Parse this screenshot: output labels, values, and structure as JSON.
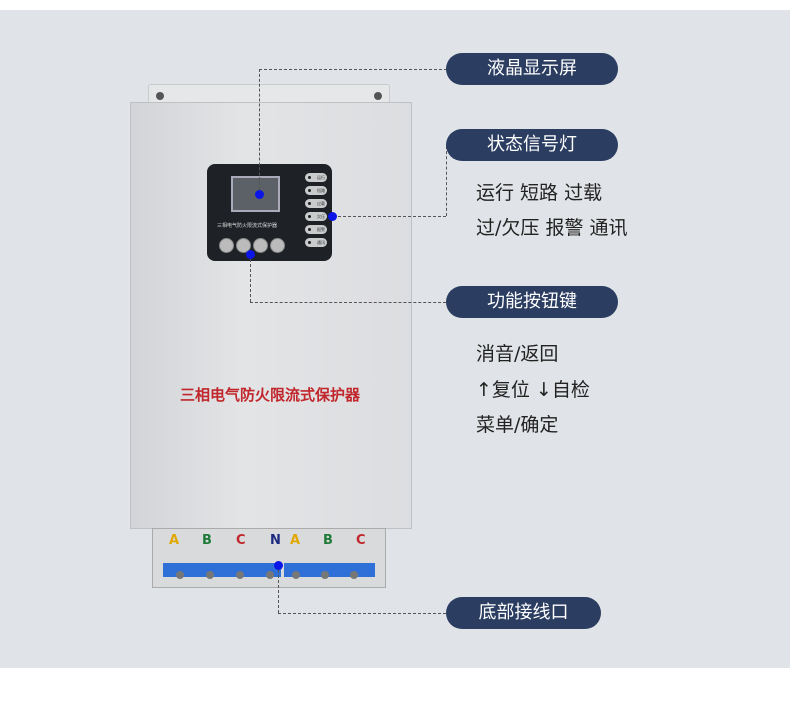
{
  "product_title": "三相电气防火限流式保护器",
  "panel_title": "三相电气防火限流式保护器",
  "leds": [
    "运行",
    "短路",
    "过载",
    "欠压",
    "报警",
    "通讯"
  ],
  "callouts": [
    {
      "label": "液晶显示屏"
    },
    {
      "label": "状态信号灯",
      "lines": [
        "运行 短路 过载",
        "过/欠压 报警 通讯"
      ]
    },
    {
      "label": "功能按钮键",
      "lines": [
        "消音/返回",
        "↑复位 ↓自检",
        "菜单/确定"
      ]
    },
    {
      "label": "底部接线口"
    }
  ],
  "phases": [
    "A",
    "B",
    "C",
    "N",
    "A",
    "B",
    "C"
  ],
  "colors": {
    "pill": "#2b3d61",
    "marker": "#0a15e6",
    "title": "#c0262b"
  }
}
